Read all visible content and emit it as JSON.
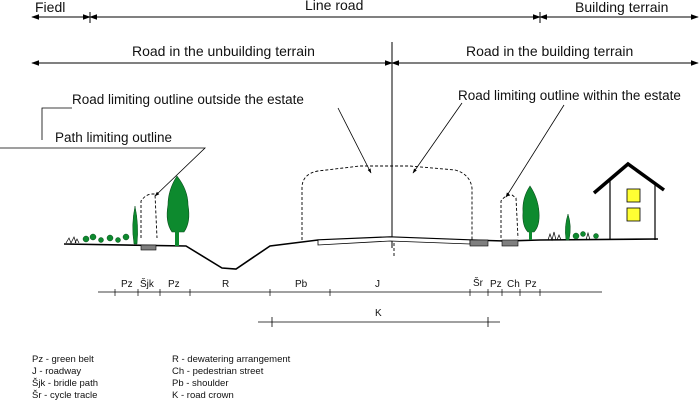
{
  "top_labels": {
    "field": "Fiedl",
    "line_road": "Line road",
    "building_terrain": "Building terrain"
  },
  "second_labels": {
    "unbuilding": "Road in the unbuilding terrain",
    "building": "Road in the building terrain"
  },
  "callouts": {
    "outside_estate": "Road limiting outline outside the estate",
    "within_estate": "Road limiting outline within the estate",
    "path_outline": "Path limiting outline"
  },
  "segments": [
    "Pz",
    "Šjk",
    "Pz",
    "R",
    "Pb",
    "J",
    "Šr",
    "Pz",
    "Ch",
    "Pz"
  ],
  "crown_label": "K",
  "legend_left": [
    "Pz - green belt",
    "J - roadway",
    "Šjk - bridle path",
    "Šr - cycle tracle"
  ],
  "legend_right": [
    "R - dewatering arrangement",
    "Ch - pedestrian street",
    "Pb - shoulder",
    "K - road crown"
  ],
  "colors": {
    "tree": "#0d8a2e",
    "window": "#ffff33",
    "pavement": "#7f7f7f"
  }
}
